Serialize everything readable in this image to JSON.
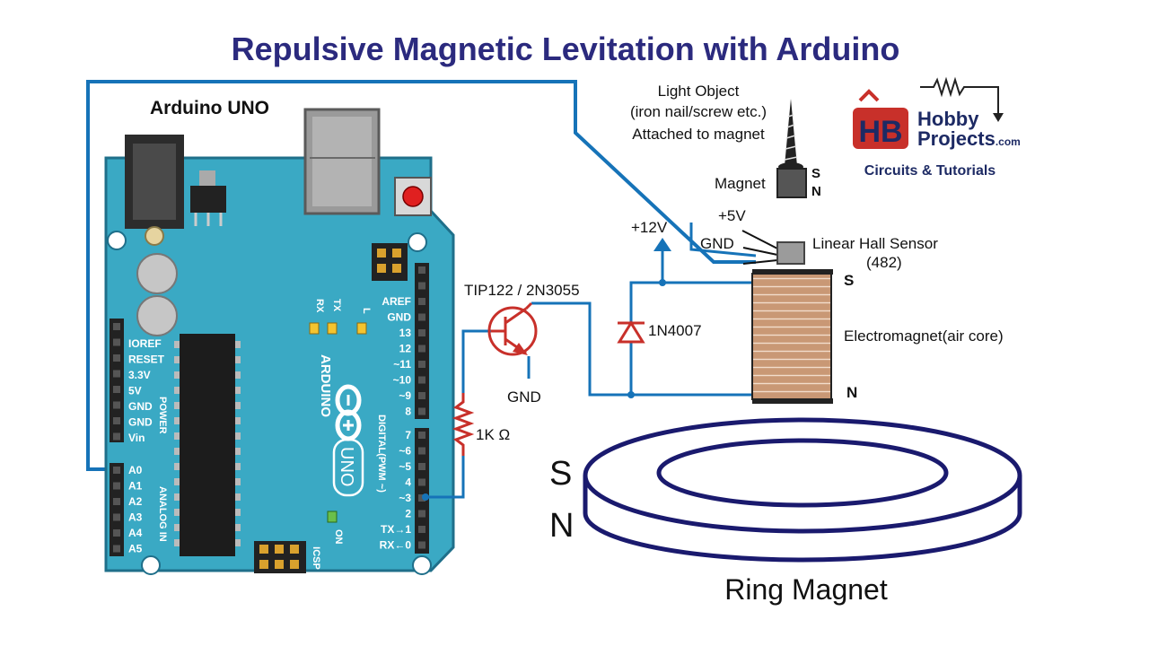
{
  "title": "Repulsive Magnetic Levitation with Arduino",
  "board": {
    "name": "Arduino UNO",
    "brand": "ARDUINO",
    "model": "UNO",
    "power_header_title": "POWER",
    "analog_header_title": "ANALOG IN",
    "digital_header_title": "DIGITAL(PWM ~)",
    "icsp_label": "ICSP",
    "on_label": "ON",
    "rx_led": "RX",
    "tx_led": "TX",
    "l_led": "L",
    "power_pins": [
      "IOREF",
      "RESET",
      "3.3V",
      "5V",
      "GND",
      "GND",
      "Vin"
    ],
    "analog_pins": [
      "A0",
      "A1",
      "A2",
      "A3",
      "A4",
      "A5"
    ],
    "digital_pins_top": [
      "AREF",
      "GND",
      "13",
      "12",
      "~11",
      "~10",
      "~9",
      "8"
    ],
    "digital_pins_bottom": [
      "7",
      "~6",
      "~5",
      "4",
      "~3",
      "2",
      "TX→1",
      "RX←0"
    ]
  },
  "labels": {
    "light_object": [
      "Light Object",
      "(iron nail/screw etc.)",
      "Attached to magnet"
    ],
    "magnet": "Magnet",
    "magnet_s": "S",
    "magnet_n": "N",
    "plus5v": "+5V",
    "gnd_sensor": "GND",
    "hall_sensor": "Linear Hall Sensor",
    "hall_sensor_part": "(482)",
    "plus12v": "+12V",
    "transistor": "TIP122 / 2N3055",
    "gnd_transistor": "GND",
    "diode": "1N4007",
    "resistor": "1K Ω",
    "coil_s": "S",
    "coil_n": "N",
    "electromagnet": "Electromagnet(air core)",
    "ring_s": "S",
    "ring_n": "N",
    "ring_magnet": "Ring Magnet"
  },
  "logo": {
    "letters": "HB",
    "line1": "Hobby",
    "line2": "Projects",
    "line2_suffix": ".com",
    "tagline": "Circuits & Tutorials"
  },
  "colors": {
    "title": "#2b2a7e",
    "wire": "#1673b8",
    "board": "#3aa9c4",
    "board_edge": "#1f6f8a",
    "resistor": "#c8302a",
    "coil": "#c7906a",
    "ring": "#1a1a6e",
    "logo_red": "#c8302a",
    "logo_navy": "#1d2a64"
  }
}
